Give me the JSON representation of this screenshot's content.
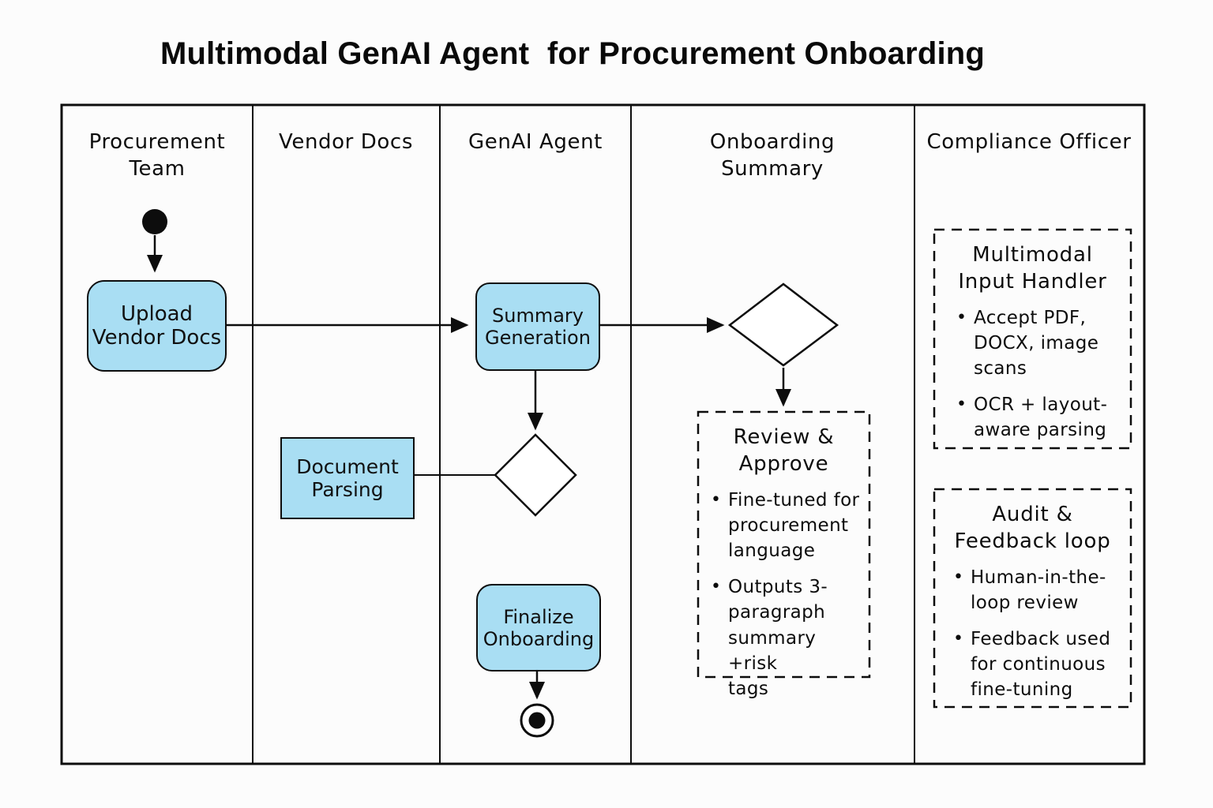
{
  "title": "Multimodal GenAI Agent  for Procurement Onboarding",
  "lanes": [
    {
      "label": "Procurement Team"
    },
    {
      "label": "Vendor Docs"
    },
    {
      "label": "GenAI Agent"
    },
    {
      "label": "Onboarding Summary"
    },
    {
      "label": "Compliance Officer"
    }
  ],
  "nodes": {
    "upload": {
      "label": "Upload\nVendor Docs"
    },
    "summary": {
      "label": "Summary\nGeneration"
    },
    "parsing": {
      "label": "Document\nParsing"
    },
    "finalize": {
      "label": "Finalize\nOnboarding"
    }
  },
  "notes": {
    "review": {
      "title": "Review &\nApprove",
      "bullets": [
        "Fine-tuned for\nprocurement\nlanguage",
        "Outputs 3-\nparagraph\nsummary +risk\ntags"
      ]
    },
    "multimodal": {
      "title": "Multimodal\nInput Handler",
      "bullets": [
        "Accept PDF,\nDOCX, image\nscans",
        "OCR + layout-\naware parsing"
      ]
    },
    "audit": {
      "title": "Audit &\nFeedback loop",
      "bullets": [
        "Human-in-the-\nloop review",
        "Feedback used\nfor continuous\nfine-tuning"
      ]
    }
  },
  "bullet_glyph": "•",
  "colors": {
    "node_fill": "#a9def3",
    "node_border": "#0d0d0d",
    "line": "#0d0d0d",
    "background": "#fcfcfc"
  }
}
